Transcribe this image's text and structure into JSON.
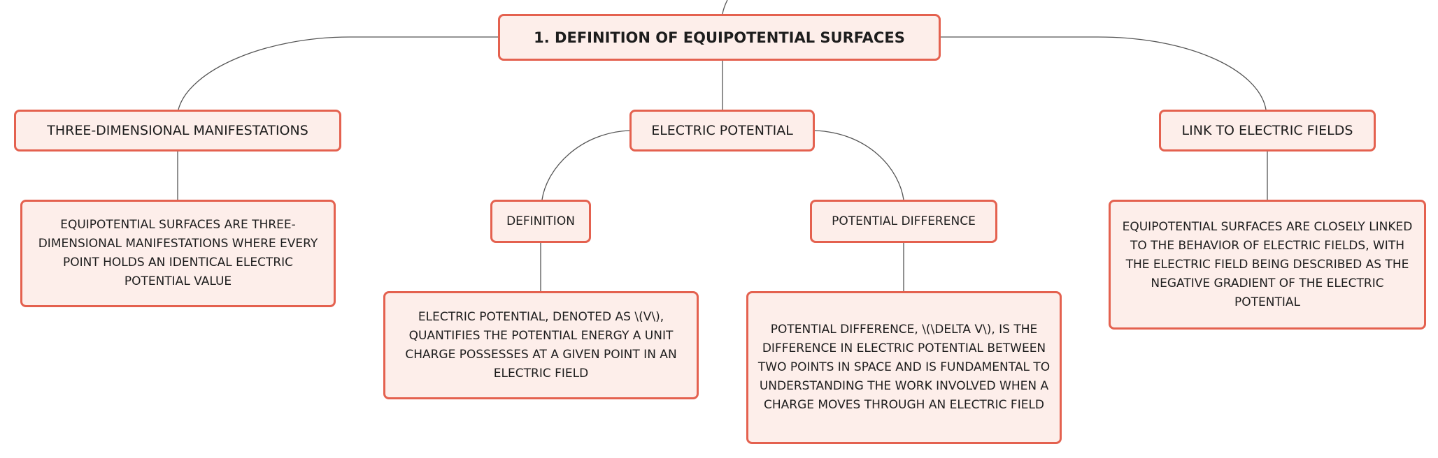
{
  "root": {
    "label": "1. DEFINITION OF EQUIPOTENTIAL SURFACES"
  },
  "branches": [
    {
      "label": "THREE-DIMENSIONAL MANIFESTATIONS",
      "detail": "EQUIPOTENTIAL SURFACES ARE THREE-DIMENSIONAL MANIFESTATIONS WHERE EVERY POINT HOLDS AN IDENTICAL ELECTRIC POTENTIAL VALUE"
    },
    {
      "label": "ELECTRIC POTENTIAL",
      "children": [
        {
          "label": "DEFINITION",
          "detail": "ELECTRIC POTENTIAL, DENOTED AS \\(V\\), QUANTIFIES THE POTENTIAL ENERGY A UNIT CHARGE POSSESSES AT A GIVEN POINT IN AN ELECTRIC FIELD"
        },
        {
          "label": "POTENTIAL DIFFERENCE",
          "detail": "POTENTIAL DIFFERENCE, \\(\\DELTA V\\), IS THE DIFFERENCE IN ELECTRIC POTENTIAL BETWEEN TWO POINTS IN SPACE AND IS FUNDAMENTAL TO UNDERSTANDING THE WORK INVOLVED WHEN A CHARGE MOVES THROUGH AN ELECTRIC FIELD"
        }
      ]
    },
    {
      "label": "LINK TO ELECTRIC FIELDS",
      "detail": "EQUIPOTENTIAL SURFACES ARE CLOSELY LINKED TO THE BEHAVIOR OF ELECTRIC FIELDS, WITH THE ELECTRIC FIELD BEING DESCRIBED AS THE NEGATIVE GRADIENT OF THE ELECTRIC POTENTIAL"
    }
  ]
}
